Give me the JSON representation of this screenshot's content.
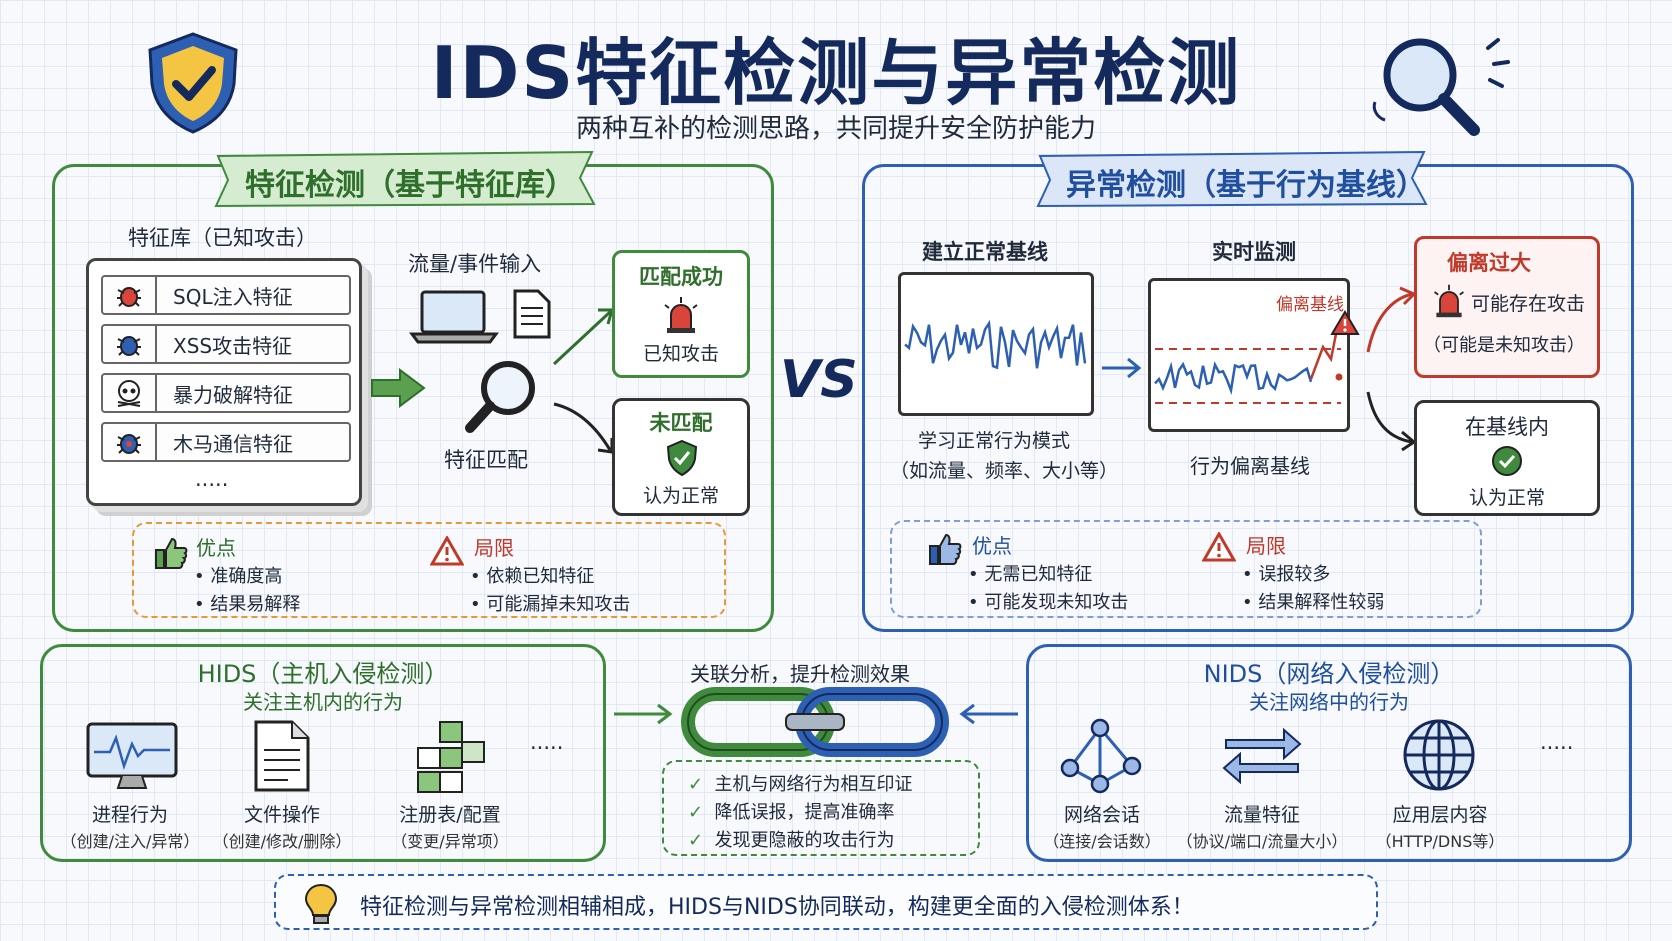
{
  "header": {
    "title": "IDS特征检测与异常检测",
    "subtitle": "两种互补的检测思路，共同提升安全防护能力"
  },
  "signature": {
    "title": "特征检测（基于特征库）",
    "db_title": "特征库（已知攻击）",
    "db_items": [
      "SQL注入特征",
      "XSS攻击特征",
      "暴力破解特征",
      "木马通信特征"
    ],
    "db_more": ".....",
    "input_label": "流量/事件输入",
    "match_label": "特征匹配",
    "matched": {
      "title": "匹配成功",
      "text": "已知攻击"
    },
    "unmatched": {
      "title": "未匹配",
      "text": "认为正常"
    },
    "pros_title": "优点",
    "pros": [
      "准确度高",
      "结果易解释"
    ],
    "cons_title": "局限",
    "cons": [
      "依赖已知特征",
      "可能漏掉未知攻击"
    ]
  },
  "vs": "VS",
  "anomaly": {
    "title": "异常检测（基于行为基线）",
    "baseline_title": "建立正常基线",
    "baseline_caption1": "学习正常行为模式",
    "baseline_caption2": "（如流量、频率、大小等）",
    "monitor_title": "实时监测",
    "monitor_caption": "行为偏离基线",
    "deviation_label": "偏离基线",
    "alert": {
      "title": "偏离过大",
      "text": "可能存在攻击",
      "sub": "（可能是未知攻击）"
    },
    "normal": {
      "title": "在基线内",
      "text": "认为正常"
    },
    "pros_title": "优点",
    "pros": [
      "无需已知特征",
      "可能发现未知攻击"
    ],
    "cons_title": "局限",
    "cons": [
      "误报较多",
      "结果解释性较弱"
    ]
  },
  "hids": {
    "title": "HIDS（主机入侵检测）",
    "subtitle": "关注主机内的行为",
    "items": [
      {
        "label": "进程行为",
        "sub": "（创建/注入/异常）"
      },
      {
        "label": "文件操作",
        "sub": "（创建/修改/删除）"
      },
      {
        "label": "注册表/配置",
        "sub": "（变更/异常项）"
      }
    ],
    "more": "....."
  },
  "nids": {
    "title": "NIDS（网络入侵检测）",
    "subtitle": "关注网络中的行为",
    "items": [
      {
        "label": "网络会话",
        "sub": "（连接/会话数）"
      },
      {
        "label": "流量特征",
        "sub": "（协议/端口/流量大小）"
      },
      {
        "label": "应用层内容",
        "sub": "（HTTP/DNS等）"
      }
    ],
    "more": "....."
  },
  "correlation": {
    "title": "关联分析，提升检测效果",
    "points": [
      "主机与网络行为相互印证",
      "降低误报，提高准确率",
      "发现更隐蔽的攻击行为"
    ]
  },
  "summary": "特征检测与异常检测相辅相成，HIDS与NIDS协同联动，构建更全面的入侵检测体系！",
  "colors": {
    "green": "#3f8a3c",
    "blue": "#2d5fb3",
    "red": "#c0392b",
    "navy": "#142a5c",
    "orange": "#e59a3a"
  }
}
